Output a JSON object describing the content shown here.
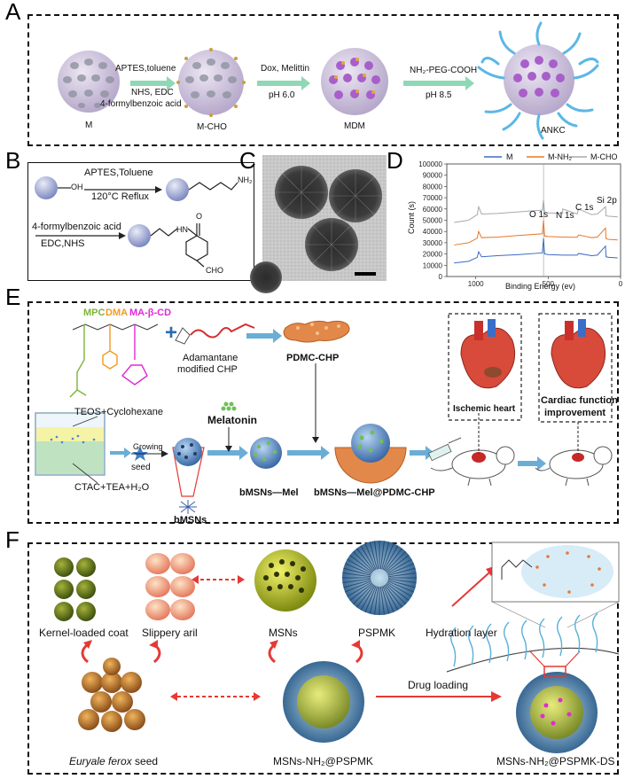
{
  "panels": {
    "A": {
      "label": "A",
      "nodes": [
        "M",
        "M-CHO",
        "MDM",
        "ANKC"
      ],
      "step1_top": "APTES,toluene",
      "step1_bottom1": "NHS, EDC",
      "step1_bottom2": "4-formylbenzoic acid",
      "step2_top": "Dox, Melittin",
      "step2_bottom": "pH 6.0",
      "step3_top": "NH₂-PEG-COOH",
      "step3_bottom": "pH 8.5"
    },
    "B": {
      "label": "B",
      "oh": "OH",
      "r1_top": "APTES,Toluene",
      "r1_bottom": "120°C Reflux",
      "nh2": "NH₂",
      "r2_top": "4-formylbenzoic acid",
      "r2_bottom": "EDC,NHS",
      "hn": "HN",
      "o": "O",
      "cho": "CHO"
    },
    "C": {
      "label": "C"
    },
    "D": {
      "label": "D",
      "legend": [
        "M",
        "M-NH₂",
        "M-CHO"
      ],
      "colors": [
        "#3b6bc4",
        "#e8782a",
        "#a8a8a8"
      ],
      "ylabel": "Count (s)",
      "xlabel": "Binding Energy (ev)",
      "peaks": [
        "O 1s",
        "N 1s",
        "C 1s",
        "Si 2p"
      ]
    },
    "E": {
      "label": "E",
      "monomers": [
        "MPC",
        "DMA",
        "MA-β-CD"
      ],
      "monomer_colors": [
        "#7db33a",
        "#f39a1f",
        "#e02ad6"
      ],
      "plus": "+",
      "adamantane1": "Adamantane",
      "adamantane2": "modified CHP",
      "pdmc": "PDMC-CHP",
      "teos": "TEOS+Cyclohexane",
      "seed": "seed",
      "growing": "Growing",
      "ctac": "CTAC+TEA+H₂O",
      "bmsns": "bMSNs",
      "melatonin": "Melatonin",
      "bmsns_mel": "bMSNs—Mel",
      "bmsns_mel_pdmc": "bMSNs—Mel@PDMC-CHP",
      "ischemic": "Ischemic heart",
      "cardiac1": "Cardiac function",
      "cardiac2": "improvement"
    },
    "F": {
      "label": "F",
      "kernel": "Kernel-loaded coat",
      "aril": "Slippery aril",
      "msns": "MSNs",
      "pspmk": "PSPMK",
      "hydration": "Hydration layer",
      "euryale": "Euryale ferox",
      "euryale_seed": " seed",
      "msns_nh2": "MSNs-NH₂@PSPMK",
      "drug": "Drug loading",
      "msns_ds": "MSNs-NH₂@PSPMK-DS"
    }
  },
  "chart_data": {
    "type": "line",
    "title": "",
    "xlabel": "Binding Energy (ev)",
    "ylabel": "Count (s)",
    "xlim": [
      1200,
      0
    ],
    "ylim": [
      0,
      100000
    ],
    "xticks": [
      1000,
      500,
      0
    ],
    "yticks": [
      0,
      10000,
      20000,
      30000,
      40000,
      50000,
      60000,
      70000,
      80000,
      90000,
      100000
    ],
    "legend_position": "top",
    "series": [
      {
        "name": "M",
        "color": "#3b6bc4",
        "x": [
          1150,
          1050,
          990,
          980,
          960,
          850,
          700,
          540,
          532,
          525,
          500,
          400,
          300,
          290,
          200,
          160,
          104,
          100,
          80,
          20
        ],
        "y": [
          12000,
          13500,
          17000,
          22000,
          17500,
          18500,
          19500,
          21000,
          34000,
          20000,
          19500,
          19000,
          19000,
          20500,
          18500,
          19000,
          27000,
          17500,
          17000,
          16500
        ]
      },
      {
        "name": "M-NH₂",
        "color": "#e8782a",
        "x": [
          1150,
          1050,
          990,
          980,
          960,
          850,
          700,
          540,
          532,
          525,
          500,
          400,
          300,
          290,
          200,
          160,
          104,
          100,
          80,
          20
        ],
        "y": [
          28000,
          30000,
          34000,
          40000,
          34500,
          35000,
          36500,
          38000,
          50000,
          36000,
          35500,
          35000,
          34800,
          37000,
          34500,
          35000,
          43000,
          33500,
          33000,
          32500
        ]
      },
      {
        "name": "M-CHO",
        "color": "#a8a8a8",
        "x": [
          1150,
          1050,
          990,
          980,
          960,
          850,
          700,
          540,
          532,
          525,
          500,
          400,
          400,
          300,
          290,
          200,
          160,
          104,
          100,
          80,
          20
        ],
        "y": [
          48000,
          50000,
          55000,
          62000,
          55500,
          56000,
          57500,
          59000,
          68000,
          57000,
          56500,
          56000,
          60000,
          55500,
          60000,
          55000,
          55500,
          62000,
          54000,
          53500,
          53000
        ]
      }
    ]
  }
}
